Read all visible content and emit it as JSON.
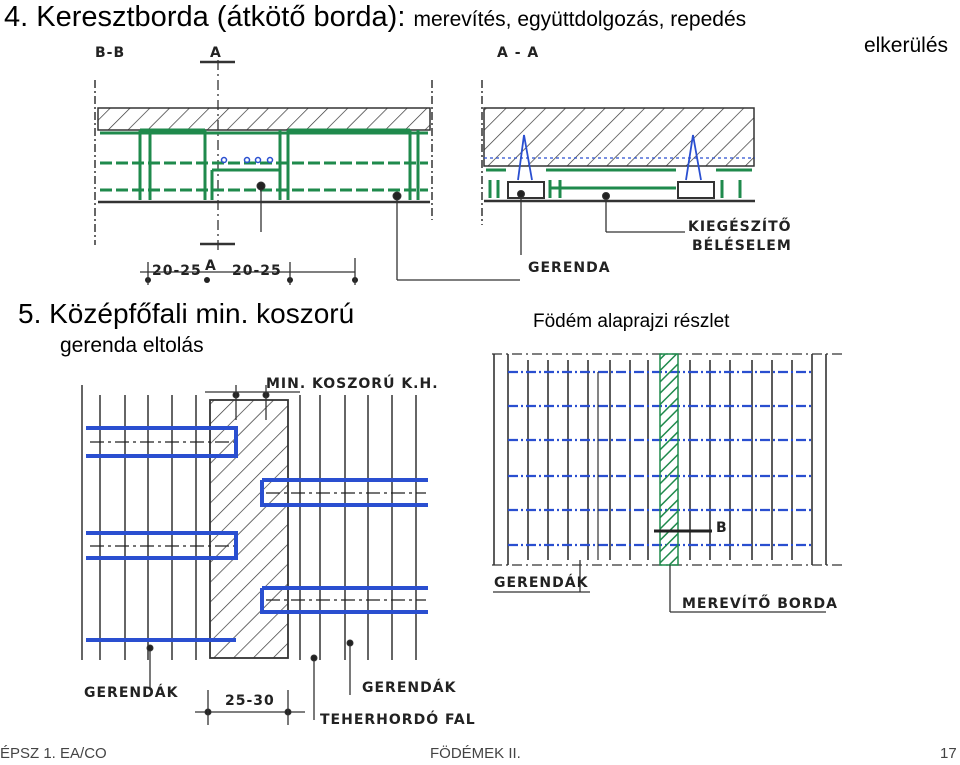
{
  "header": {
    "title": "4. Keresztborda (átkötő borda):",
    "subtitle_part1": "merevítés, együttdolgozás, repedés",
    "subtitle_part2": "elkerülés"
  },
  "section_top": {
    "label_bb": "B-B",
    "label_a_top": "A",
    "label_aa": "A - A",
    "label_a_bottom": "A",
    "dim_left": "20-25",
    "dim_right": "20-25",
    "label_gerenda": "GERENDA",
    "label_kiegeszito_1": "KIEGÉSZÍTŐ",
    "label_kiegeszito_2": "BÉLÉSELEM"
  },
  "section5": {
    "title": "5. Középfőfali min. koszorú",
    "subtitle": "gerenda eltolás",
    "label_min": "MIN. KOSZORÚ K.H.",
    "label_gerendak_left": "GERENDÁK",
    "label_dim": "25-30",
    "label_gerendak_right": "GERENDÁK",
    "label_teherhordo": "TEHERHORDÓ FAL"
  },
  "plan": {
    "title": "Födém alaprajzi részlet",
    "label_b": "B",
    "label_gerendak": "GERENDÁK",
    "label_merevito": "MEREVÍTŐ BORDA"
  },
  "footer": {
    "left": "ÉPSZ 1. EA/CO",
    "center": "FÖDÉMEK II.",
    "page": "17"
  },
  "colors": {
    "rebar_green": "#1f8a4c",
    "beam_blue": "#2a4fd0",
    "ink": "#333333"
  }
}
